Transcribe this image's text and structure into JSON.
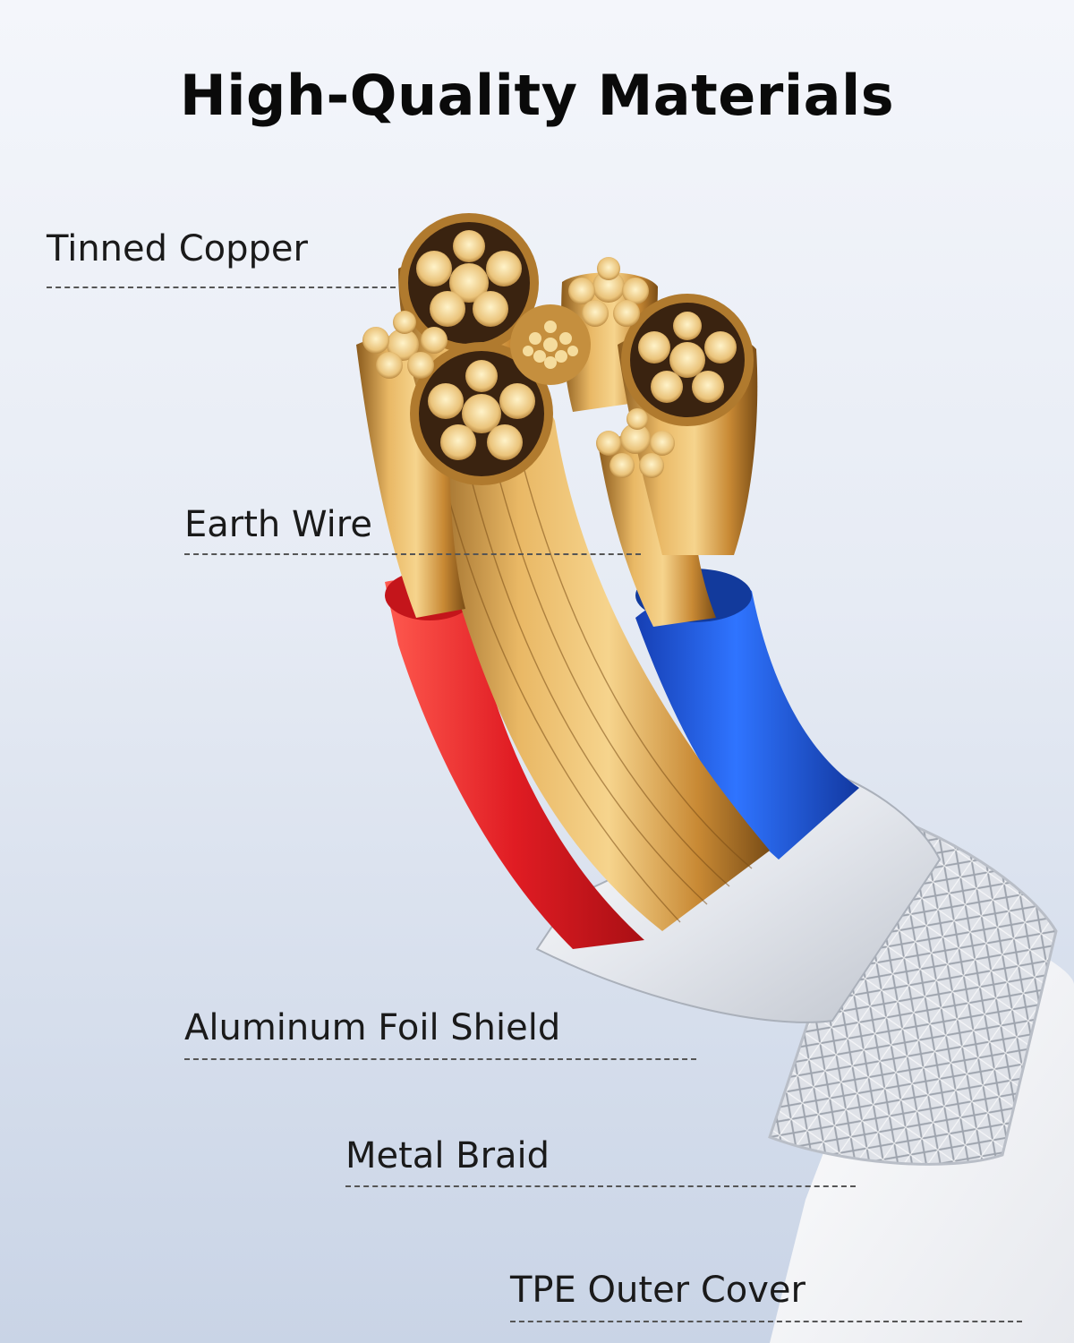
{
  "title": "High-Quality Materials",
  "labels": {
    "tinned_copper": "Tinned Copper",
    "earth_wire": "Earth Wire",
    "aluminum_foil": "Aluminum Foil Shield",
    "metal_braid": "Metal Braid",
    "tpe_cover": "TPE Outer Cover"
  },
  "colors": {
    "copper": "#d9a24a",
    "red_insulation": "#e0232a",
    "blue_insulation": "#1f5be0",
    "foil": "#e9ebef",
    "braid": "#cfd3da",
    "outer": "#f7f7f9"
  }
}
